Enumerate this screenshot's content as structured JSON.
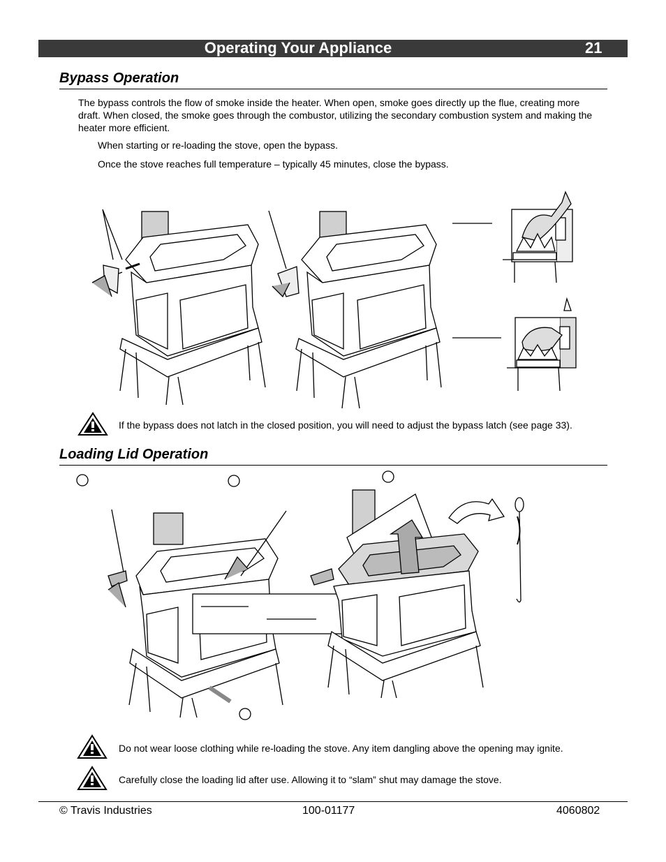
{
  "header": {
    "title": "Operating Your Appliance",
    "page_number": "21"
  },
  "bypass": {
    "heading": "Bypass Operation",
    "intro": "The bypass controls the flow of smoke inside the heater.  When open, smoke goes directly up the flue, creating more draft.  When closed, the smoke goes through the combustor, utilizing the secondary combustion system and making the heater more efficient.",
    "step1": "When starting or re-loading the stove, open the bypass.",
    "step2": "Once the stove reaches full temperature – typically 45 minutes, close the bypass.",
    "warning": "If the bypass does not latch in the closed position, you will need to adjust the bypass latch (see page 33)."
  },
  "loading": {
    "heading": "Loading Lid Operation",
    "warning1": "Do not wear loose clothing while re-loading the stove.  Any item dangling above the opening may ignite.",
    "warning2": "Carefully close the loading lid after use.  Allowing it to “slam” shut may damage the stove."
  },
  "footer": {
    "copyright": "© Travis Industries",
    "part_number": "100-01177",
    "doc_code": "4060802"
  },
  "icons": [
    "warning-triangle-icon"
  ],
  "colors": {
    "header_bar": "#3a3a3a"
  }
}
